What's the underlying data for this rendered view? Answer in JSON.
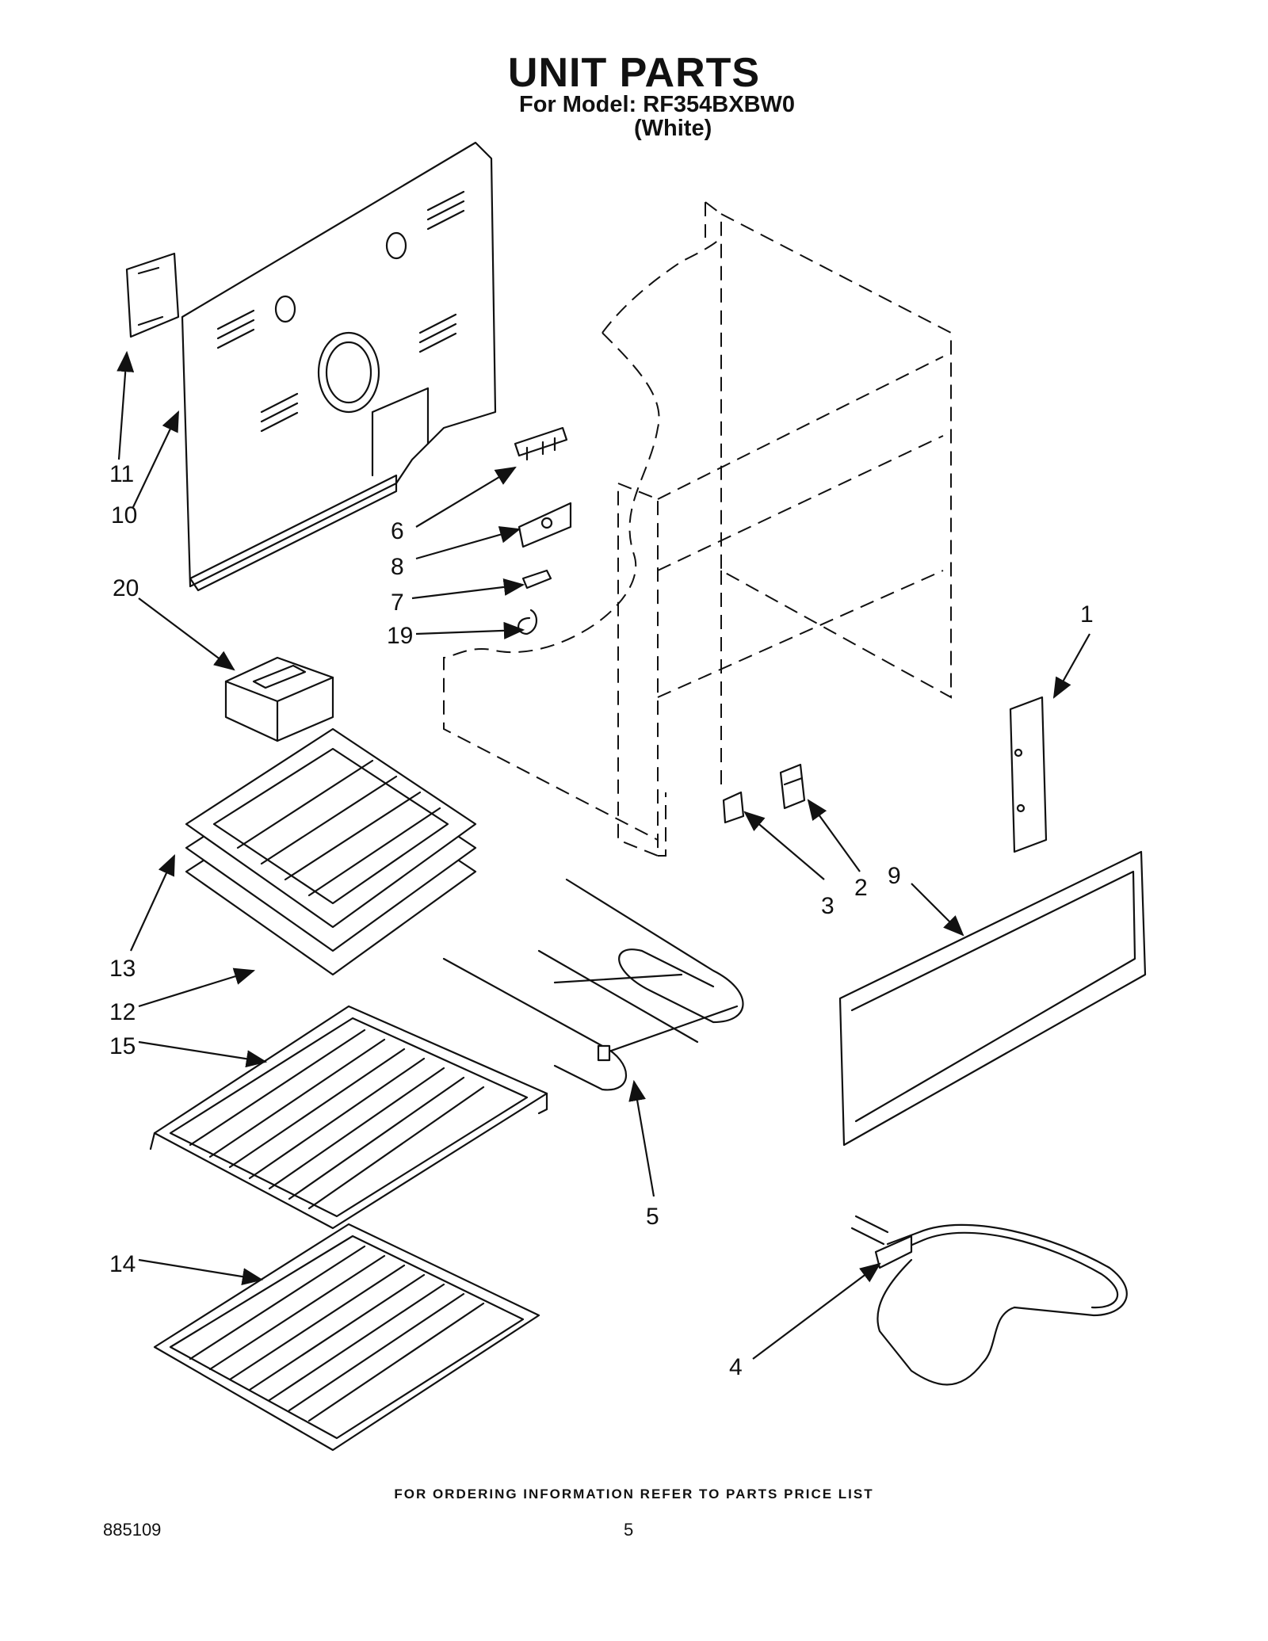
{
  "header": {
    "title": "UNIT PARTS",
    "model_line": "For Model: RF354BXBW0",
    "color_line": "(White)"
  },
  "callouts": [
    "1",
    "2",
    "3",
    "4",
    "5",
    "6",
    "7",
    "8",
    "9",
    "10",
    "11",
    "12",
    "13",
    "14",
    "15",
    "19",
    "20"
  ],
  "footer": {
    "ordering_note": "FOR ORDERING INFORMATION REFER TO PARTS PRICE LIST",
    "doc_number": "885109",
    "page_number": "5"
  }
}
